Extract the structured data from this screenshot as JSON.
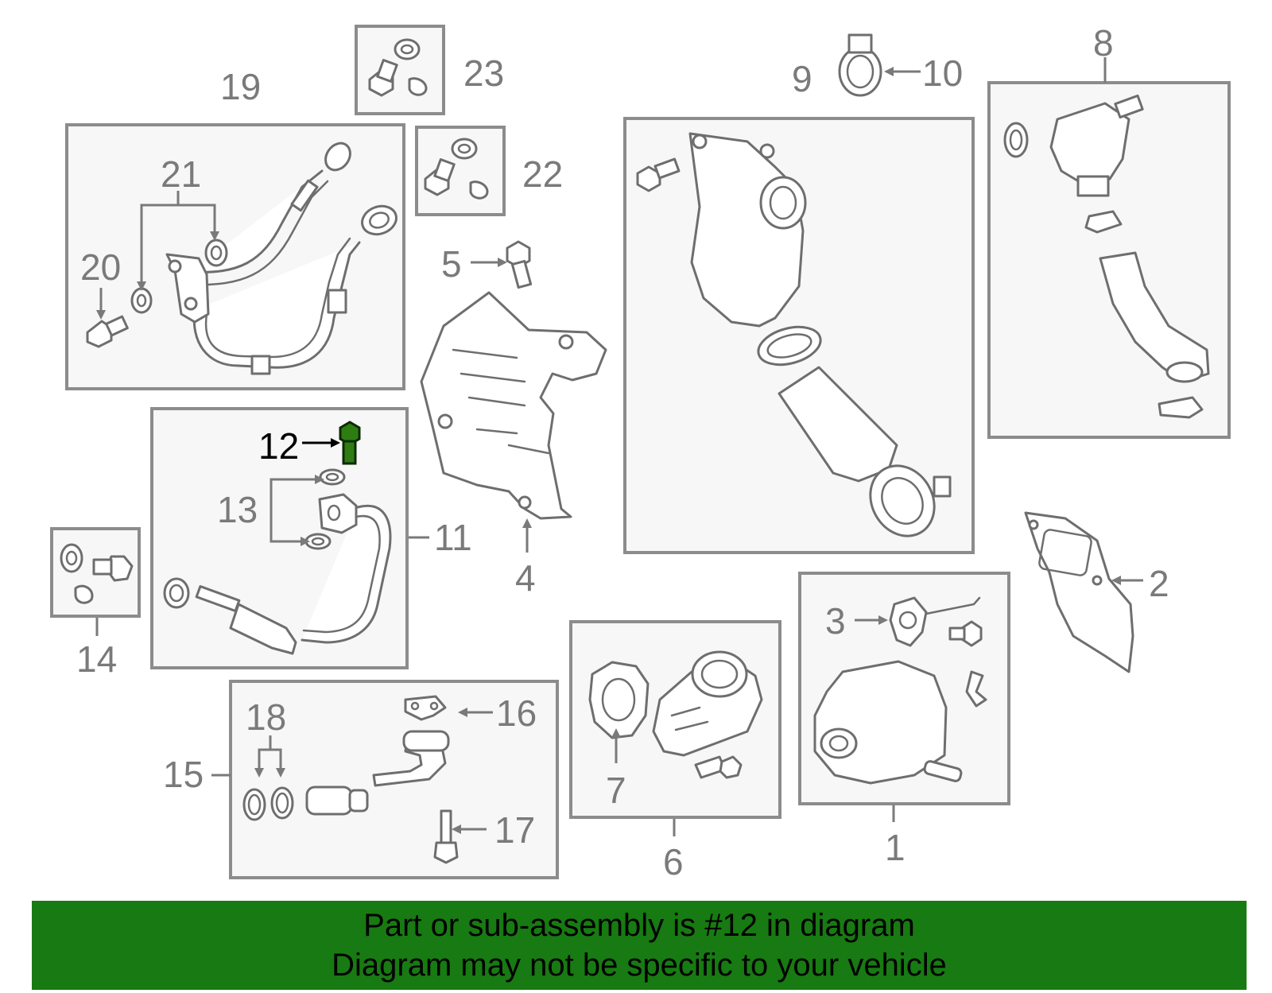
{
  "callouts": {
    "c1": "1",
    "c2": "2",
    "c3": "3",
    "c4": "4",
    "c5": "5",
    "c6": "6",
    "c7": "7",
    "c8": "8",
    "c9": "9",
    "c10": "10",
    "c11": "11",
    "c12": "12",
    "c13": "13",
    "c14": "14",
    "c15": "15",
    "c16": "16",
    "c17": "17",
    "c18": "18",
    "c19": "19",
    "c20": "20",
    "c21": "21",
    "c22": "22",
    "c23": "23"
  },
  "highlight": {
    "part_number": "12",
    "color": "#2e7d12"
  },
  "banner": {
    "line1": "Part or sub-assembly is #12 in diagram",
    "line2": "Diagram may not be specific to your vehicle",
    "background": "#187a12"
  }
}
